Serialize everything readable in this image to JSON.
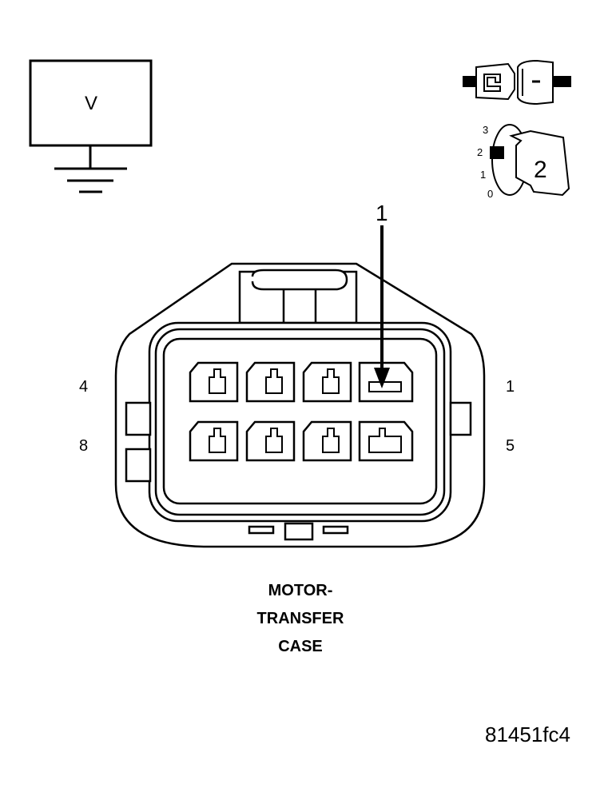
{
  "voltmeter": {
    "symbol": "V"
  },
  "key_icon": {
    "scale": [
      "3",
      "2",
      "1",
      "0"
    ],
    "position": "2"
  },
  "connector": {
    "callout": "1",
    "pin_labels": {
      "top_left": "4",
      "top_right": "1",
      "bottom_left": "8",
      "bottom_right": "5"
    },
    "caption": [
      "MOTOR-",
      "TRANSFER",
      "CASE"
    ]
  },
  "figure_id": "81451fc4"
}
